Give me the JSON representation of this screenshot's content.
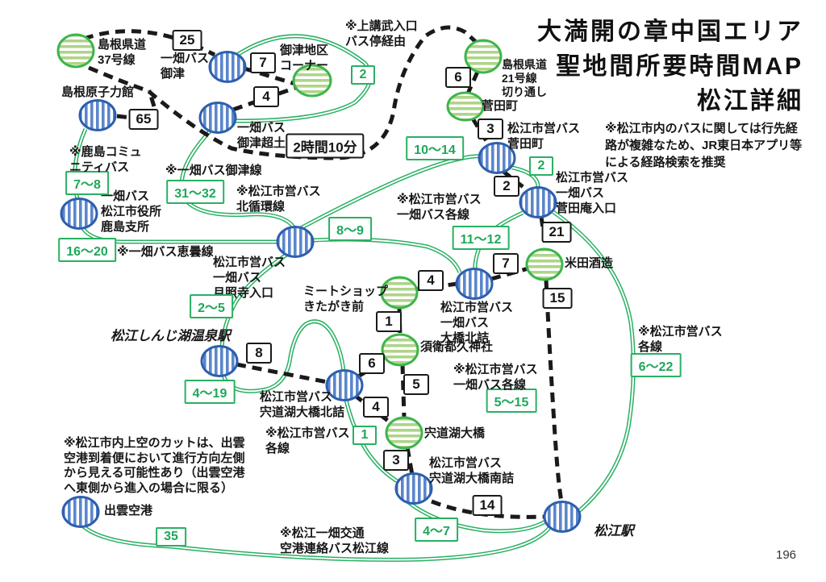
{
  "title": "大満開の章中国エリア\n聖地間所要時間MAP\n松江詳細",
  "page_number": "196",
  "colors": {
    "bus_line_green": "#29b062",
    "walk_line_black": "#1a1a1a",
    "blue_node_stripe": "#5b86cc",
    "blue_node_border": "#2d5fae",
    "green_node_stripe": "#aed489",
    "green_node_border": "#3db54a"
  },
  "nodes": {
    "shimane_kendo37": {
      "label": "島根県道\n37号線",
      "type": "green"
    },
    "ichibata_mitsu": {
      "label": "一畑バス\n御津",
      "type": "blue"
    },
    "shimane_genshiryokukan": {
      "label": "島根原子力館",
      "type": "blue"
    },
    "ichibata_mitsu_koedo": {
      "label": "一畑バス\n御津超土",
      "type": "blue"
    },
    "mitsu_chiku_corner": {
      "label": "御津地区\nコーナー",
      "type": "green"
    },
    "shimane_kendo21": {
      "label": "島根県道\n21号線\n切り通し",
      "type": "green"
    },
    "sugatacho": {
      "label": "菅田町",
      "type": "green"
    },
    "shiei_sugatacho": {
      "label": "松江市営バス\n菅田町",
      "type": "blue"
    },
    "sugatan_iriguchi": {
      "label": "松江市営バス\n一畑バス\n菅田庵入口",
      "type": "blue"
    },
    "yoneda_shuzo": {
      "label": "米田酒造",
      "type": "green"
    },
    "gesshoji_iriguchi": {
      "label": "松江市営バス\n一畑バス\n月照寺入口",
      "type": "blue"
    },
    "ohashi_kitazume": {
      "label": "松江市営バス\n一畑バス\n大橋北詰",
      "type": "blue"
    },
    "meatshop_kitagaki": {
      "label": "ミートショップ\nきたがき前",
      "type": "green"
    },
    "suetsugu_jinja": {
      "label": "須衛都久神社",
      "type": "green"
    },
    "shinjiko_ohashi_kitazume": {
      "label": "松江市営バス\n宍道湖大橋北詰",
      "type": "blue"
    },
    "matsue_shinjiko_onsen_eki": {
      "label": "松江しんじ湖温泉駅",
      "type": "blue"
    },
    "shinjiko_ohashi": {
      "label": "宍道湖大橋",
      "type": "green"
    },
    "shinjiko_ohashi_minamizume": {
      "label": "松江市営バス\n宍道湖大橋南詰",
      "type": "blue"
    },
    "matsue_eki": {
      "label": "松江駅",
      "type": "blue"
    },
    "izumo_kuko": {
      "label": "出雲空港",
      "type": "blue"
    },
    "kashima_shisho": {
      "label": "一畑バス\n松江市役所\n鹿島支所",
      "type": "blue"
    }
  },
  "walk_edges": {
    "kendo37_mitsu": {
      "from": "島根県道37号線",
      "to": "一畑バス御津",
      "time": "25"
    },
    "kendo37_genshiryokukan": {
      "from": "島根県道37号線",
      "to": "島根原子力館",
      "time": "65"
    },
    "mitsu_corner": {
      "from": "一畑バス御津",
      "to": "御津地区コーナー",
      "time": "7"
    },
    "koedo_corner": {
      "from": "一畑バス御津超土",
      "to": "御津地区コーナー",
      "time": "4"
    },
    "koedo_kendo21": {
      "from": "一畑バス御津超土",
      "to": "島根県道21号線切り通し",
      "time": "2時間10分"
    },
    "kendo21_sugatacho": {
      "from": "島根県道21号線切り通し",
      "to": "菅田町",
      "time": "6"
    },
    "sugatacho_shiei": {
      "from": "菅田町",
      "to": "松江市営バス菅田町",
      "time": "3"
    },
    "shiei_sugatan": {
      "from": "松江市営バス菅田町",
      "to": "菅田庵入口",
      "time": "2"
    },
    "sugatan_yoneda": {
      "from": "菅田庵入口",
      "to": "米田酒造",
      "time": "21"
    },
    "yoneda_matsue": {
      "from": "米田酒造",
      "to": "松江駅",
      "time": "15"
    },
    "ohashikita_yoneda": {
      "from": "大橋北詰",
      "to": "米田酒造",
      "time": "7"
    },
    "meat_ohashikita": {
      "from": "ミートショップきたがき前",
      "to": "大橋北詰",
      "time": "4"
    },
    "meat_suetsugu": {
      "from": "ミートショップきたがき前",
      "to": "須衛都久神社",
      "time": "1"
    },
    "shinjikokita_suetsugu": {
      "from": "宍道湖大橋北詰",
      "to": "須衛都久神社",
      "time": "6"
    },
    "suetsugu_bridge": {
      "from": "須衛都久神社",
      "to": "宍道湖大橋",
      "time": "5"
    },
    "shinjikokita_bridge": {
      "from": "宍道湖大橋北詰",
      "to": "宍道湖大橋",
      "time": "4"
    },
    "bridge_minami": {
      "from": "宍道湖大橋",
      "to": "宍道湖大橋南詰",
      "time": "3"
    },
    "onsen_shinjikokita": {
      "from": "松江しんじ湖温泉駅",
      "to": "宍道湖大橋北詰",
      "time": "8"
    },
    "minami_matsue": {
      "from": "宍道湖大橋南詰",
      "to": "松江駅",
      "time": "14"
    }
  },
  "bus_edges": {
    "mitsu_loop": {
      "from": "一畑バス御津",
      "to": "一畑バス御津超土",
      "time": "2"
    },
    "genshiryokukan_kashima": {
      "from": "島根原子力館",
      "to": "鹿島支所",
      "time": "7〜8"
    },
    "koedo_gesshoji": {
      "from": "一畑バス御津超土",
      "to": "月照寺入口",
      "time": "31〜32"
    },
    "kashima_gesshoji": {
      "from": "鹿島支所",
      "to": "月照寺入口",
      "time": "16〜20"
    },
    "gesshoji_sugatacho": {
      "from": "月照寺入口",
      "to": "松江市営バス菅田町",
      "time": "10〜14"
    },
    "sugatacho_sugatan": {
      "from": "松江市営バス菅田町",
      "to": "菅田庵入口",
      "time": "2"
    },
    "sugatan_ohashikita": {
      "from": "菅田庵入口",
      "to": "大橋北詰",
      "time": "11〜12"
    },
    "gesshoji_ohashikita": {
      "from": "月照寺入口",
      "to": "大橋北詰",
      "time": "8〜9"
    },
    "gesshoji_onsen": {
      "from": "月照寺入口",
      "to": "松江しんじ湖温泉駅",
      "time": "2〜5"
    },
    "onsen_shinjikokita": {
      "from": "松江しんじ湖温泉駅",
      "to": "宍道湖大橋北詰",
      "time": "4〜19"
    },
    "shinjikokita_minami": {
      "from": "宍道湖大橋北詰",
      "to": "宍道湖大橋南詰",
      "time": "1"
    },
    "minami_lines": {
      "from": "宍道湖大橋南詰",
      "to": "各線",
      "time": "5〜15"
    },
    "sugatan_matsue": {
      "from": "菅田庵入口",
      "to": "松江駅",
      "time": "6〜22"
    },
    "minami_matsue": {
      "from": "宍道湖大橋南詰",
      "to": "松江駅",
      "time": "4〜7"
    },
    "kuko_matsue": {
      "from": "出雲空港",
      "to": "松江駅",
      "time": "35"
    }
  },
  "notes": {
    "kamikobu": "※上講武入口\nバス停経由",
    "routing": "※松江市内のバスに関しては行先経\n路が複雑なため、JR東日本アプリ等\nによる経路検索を推奨",
    "kashima_community": "※鹿島コミュ\nニティバス",
    "mitsu_line": "※一畑バス御津線",
    "kitajunkan_line": "※松江市営バス\n北循環線",
    "etomo_line": "※一畑バス恵曇線",
    "kakusen_center": "※松江市営バス\n一畑バス各線",
    "kakusen_right": "※松江市営バス\n一畑バス各線",
    "kakusen_south": "※松江市営バス\n各線",
    "kakusen_east": "※松江市営バス\n各線",
    "airport_cut": "※松江市内上空のカットは、出雲\n空港到着便において進行方向左側\nから見える可能性あり（出雲空港\nへ東側から進入の場合に限る）",
    "airport_bus": "※松江一畑交通\n空港連絡バス松江線"
  }
}
